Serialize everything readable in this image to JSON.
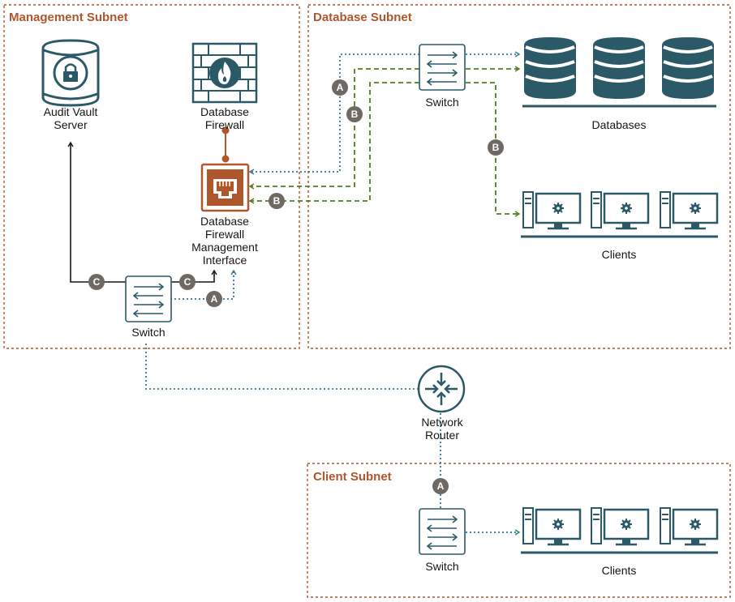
{
  "colors": {
    "zone_border": "#ae562c",
    "zone_title": "#ae562c",
    "icon_teal": "#2c5967",
    "icon_orange": "#ae562c",
    "path_a": "#2f7a92",
    "path_b": "#4f7d1f",
    "path_c": "#161513",
    "badge": "#6f6964"
  },
  "zones": {
    "management": "Management Subnet",
    "database": "Database Subnet",
    "client": "Client Subnet"
  },
  "nodes": {
    "audit_vault": [
      "Audit Vault",
      "Server"
    ],
    "db_firewall": [
      "Database",
      "Firewall"
    ],
    "fw_mgmt": [
      "Database",
      "Firewall",
      "Management",
      "Interface"
    ],
    "mgmt_switch": "Switch",
    "db_switch": "Switch",
    "databases": "Databases",
    "db_clients": "Clients",
    "router": [
      "Network",
      "Router"
    ],
    "client_switch": "Switch",
    "client_clients": "Clients"
  },
  "badges": {
    "a": "A",
    "b": "B",
    "c": "C"
  },
  "icons": [
    "database-lock-icon",
    "firewall-icon",
    "network-port-icon",
    "switch-icon",
    "database-icon",
    "client-computer-icon",
    "router-icon"
  ]
}
